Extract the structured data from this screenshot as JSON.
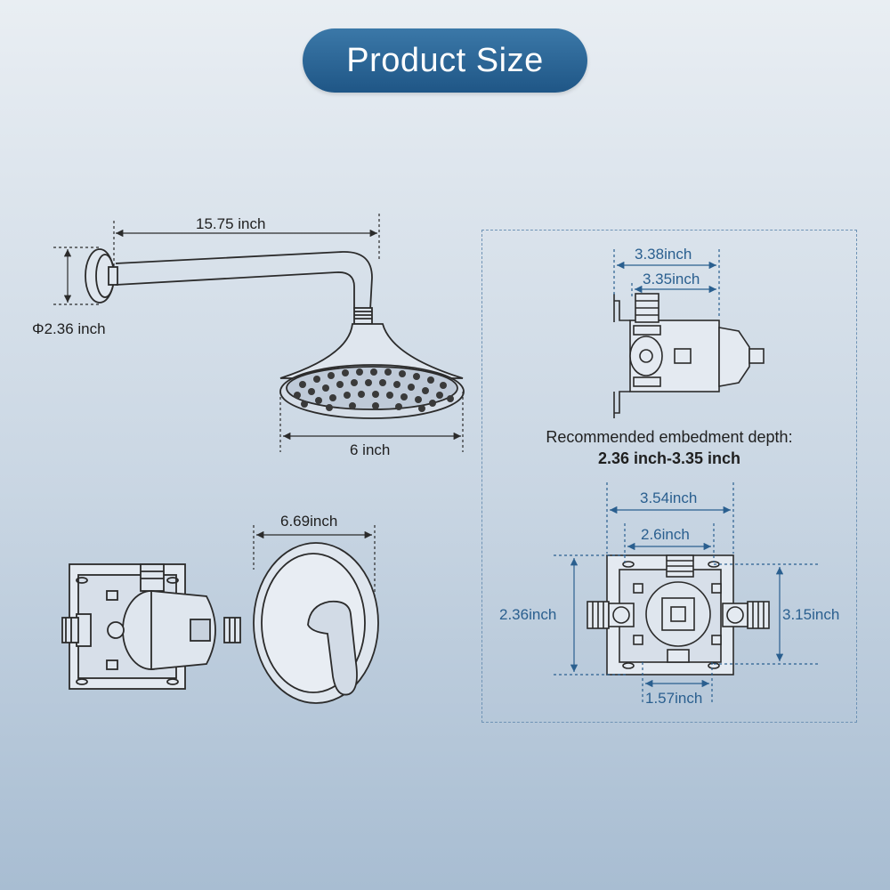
{
  "title": "Product Size",
  "shower_arm": {
    "length_label": "15.75 inch",
    "flange_diameter_label": "Φ2.36 inch"
  },
  "shower_head": {
    "diameter_label": "6 inch"
  },
  "trim_plate": {
    "width_label": "6.69inch"
  },
  "valve_side_view": {
    "outer_width_label": "3.38inch",
    "inner_width_label": "3.35inch"
  },
  "embedment": {
    "caption": "Recommended embedment depth:",
    "range": "2.36 inch-3.35 inch"
  },
  "valve_front_view": {
    "overall_width_label": "3.54inch",
    "hole_spacing_label": "2.6inch",
    "left_height_label": "2.36inch",
    "right_height_label": "3.15inch",
    "bottom_width_label": "1.57inch"
  },
  "colors": {
    "pill_top": "#3b78a8",
    "pill_bottom": "#1f5686",
    "dimension_blue": "#2a5f8f",
    "line": "#2b2b2b"
  }
}
